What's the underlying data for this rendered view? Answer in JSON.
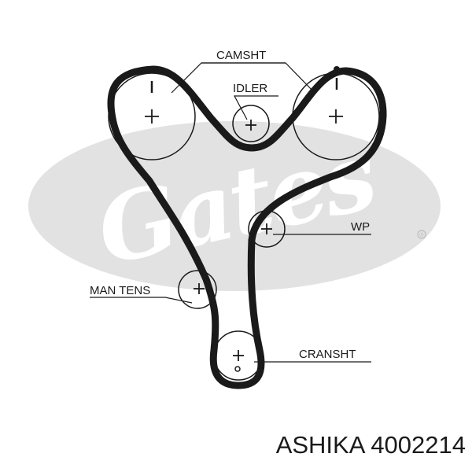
{
  "labels": {
    "camshaft": "CAMSHT",
    "idler": "IDLER",
    "water_pump": "WP",
    "manual_tensioner": "MAN TENS",
    "crankshaft": "CRANSHT"
  },
  "watermark": {
    "text": "Gates",
    "trademark": "®",
    "color": "#e2e2e2"
  },
  "caption": {
    "brand": "ASHIKA",
    "part_number": "4002214"
  },
  "colors": {
    "belt": "#1a1a1a",
    "line": "#1a1a1a",
    "text": "#1a1a1a"
  },
  "icons": [
    "cross-marker-icon",
    "timing-mark-icon",
    "registered-mark-icon"
  ]
}
